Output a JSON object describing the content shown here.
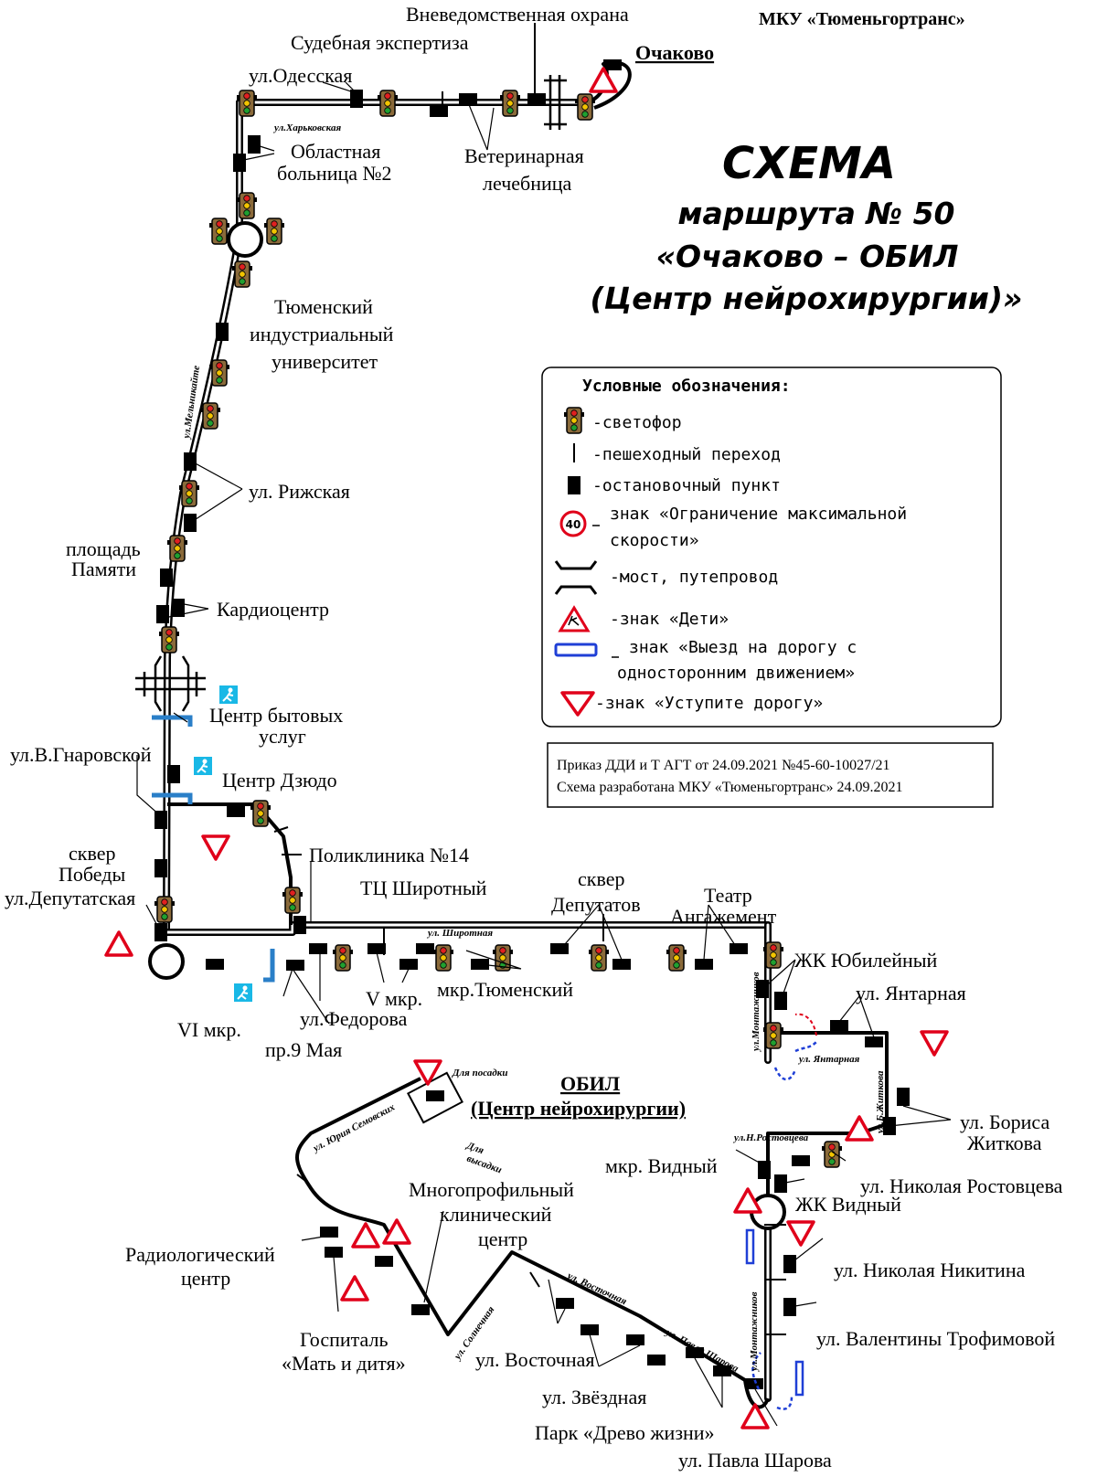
{
  "organization": "МКУ «Тюменьгортранс»",
  "title": {
    "line1": "СХЕМА",
    "line2": "маршрута № 50",
    "line3": "«Очаково – ОБИЛ",
    "line4": "(Центр нейрохирургии)»"
  },
  "terminals": {
    "start": "Очаково",
    "end_line1": "ОБИЛ",
    "end_line2": "(Центр нейрохирургии)"
  },
  "legend": {
    "title": "Условные обозначения:",
    "items": [
      {
        "icon": "traffic-light-icon",
        "text": "-светофор"
      },
      {
        "icon": "pedestrian-crossing-icon",
        "text": "-пешеходный переход"
      },
      {
        "icon": "bus-stop-icon",
        "text": "-остановочный пункт"
      },
      {
        "icon": "speed-limit-icon",
        "sign_value": "40",
        "text": "знак «Ограничение максимальной",
        "text2": "скорости»"
      },
      {
        "icon": "bridge-icon",
        "text": "-мост, путепровод"
      },
      {
        "icon": "children-sign-icon",
        "text": "-знак «Дети»"
      },
      {
        "icon": "one-way-exit-icon",
        "text": "знак «Выезд на дорогу с",
        "text2": "односторонним движением»"
      },
      {
        "icon": "yield-sign-icon",
        "text": "-знак «Уступите дорогу»"
      }
    ]
  },
  "order_note": {
    "line1": "Приказ ДДИ и Т АГТ от 24.09.2021 №45-60-10027/21",
    "line2": "Схема разработана МКУ «Тюменьгортранс» 24.09.2021"
  },
  "stops": {
    "vnevedom": "Вневедомственная охрана",
    "sudeb": "Судебная экспертиза",
    "odesskaya": "ул.Одесская",
    "oblast1": "Областная",
    "oblast2": "больница №2",
    "veter1": "Ветеринарная",
    "veter2": "лечебница",
    "tiu1": "Тюменский",
    "tiu2": "индустриальный",
    "tiu3": "университет",
    "rizhskaya": "ул. Рижская",
    "plosh1": "площадь",
    "plosh2": "Памяти",
    "kardio": "Кардиоцентр",
    "cbu1": "Центр бытовых",
    "cbu2": "услуг",
    "gnarov": "ул.В.Гнаровской",
    "dzudo": "Центр Дзюдо",
    "skver1": "сквер",
    "skver2": "Победы",
    "deput": "ул.Депутатская",
    "polikl": "Поликлиника №14",
    "shirotny": "ТЦ Широтный",
    "skverdep1": "сквер",
    "skverdep2": "Депутатов",
    "teatr1": "Театр",
    "teatr2": "Ангажемент",
    "jkyub": "ЖК Юбилейный",
    "yantar": "ул. Янтарная",
    "vi": "VI мкр.",
    "pr9": "пр.9 Мая",
    "fedor": "ул.Федорова",
    "v": "V мкр.",
    "tyum": "мкр.Тюменский",
    "zhit1": "ул. Бориса",
    "zhit2": "Житкова",
    "vidny": "мкр. Видный",
    "rostov": "ул. Николая Ростовцева",
    "jkvid": "ЖК Видный",
    "nikit": "ул. Николая Никитина",
    "trof": "ул. Валентины Трофимовой",
    "mkc1": "Многопрофильный",
    "mkc2": "клинический",
    "mkc3": "центр",
    "radio1": "Радиологический",
    "radio2": "центр",
    "gosp1": "Госпиталь",
    "gosp2": "«Мать и дитя»",
    "vost": "ул. Восточная",
    "zvezd": "ул. Звёздная",
    "park": "Парк «Древо жизни»",
    "sharova": "ул. Павла Шарова"
  },
  "streets": {
    "harkov": "ул.Харьковская",
    "melnik": "ул.Мельникайте",
    "shirot": "ул. Широтная",
    "montazh1": "ул.Монтажников",
    "montazh2": "ул.Монтажников",
    "yantar_s": "ул. Янтарная",
    "zhitkova_s": "ул.Б.Житкова",
    "rostovc_s": "ул.Н.Ростовцева",
    "semov": "ул. Юрия Семовских",
    "solnech": "ул. Солнечная",
    "vostoch": "ул. Восточная",
    "sharova_s": "ул. Павла Шарова"
  },
  "obil_notes": {
    "board": "Для посадки",
    "alight1": "Для",
    "alight2": "высадки"
  },
  "colors": {
    "sign_red": "#e0001a",
    "one_way_blue": "#1f3fd6",
    "children_cyan": "#19b8e6",
    "bridge_blue": "#2a7fc8",
    "arrow_red": "#e0001a",
    "arrow_blue": "#1f3fd6"
  }
}
